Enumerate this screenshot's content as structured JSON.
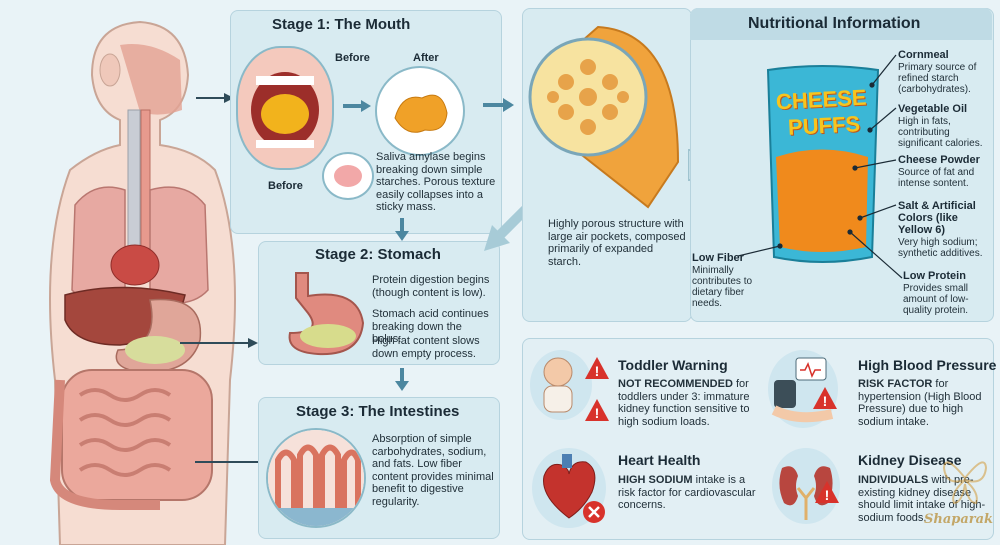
{
  "stage1": {
    "title": "Stage 1: The Mouth",
    "before_label_1": "Before",
    "after_label": "After",
    "before_label_2": "Before",
    "description": "Saliva amylase begins breaking down simple starches. Porous texture easily collapses into a sticky mass."
  },
  "stage2": {
    "title": "Stage 2: Stomach",
    "line1": "Protein digestion begins (though content is low).",
    "line2": "Stomach acid continues breaking down the bolus.",
    "line3": "High fat content slows down empty process."
  },
  "stage3": {
    "title": "Stage 3: The Intestines",
    "description": "Absorption of simple carbohydrates, sodium, and fats. Low fiber content provides minimal benefit to digestive regularity."
  },
  "puff_section": {
    "caption": "Highly porous structure with large air pockets, composed primarily of expanded starch."
  },
  "nutrition": {
    "title": "Nutritional Information",
    "bag_text_1": "CHEESE",
    "bag_text_2": "PUFFS",
    "items": [
      {
        "label": "Cornmeal",
        "text": "Primary source of refined starch (carbohydrates)."
      },
      {
        "label": "Vegetable Oil",
        "text": "High in fats, contributing significant calories."
      },
      {
        "label": "Cheese Powder",
        "text": "Source of fat and intense sontent."
      },
      {
        "label": "Salt & Artificial Colors (like Yellow 6)",
        "text": "Very high sodium; synthetic additives."
      },
      {
        "label": "Low Protein",
        "text": "Provides small amount of low-quality protein."
      }
    ],
    "low_fiber": {
      "label": "Low Fiber",
      "text": "Minimally contributes to dietary fiber needs."
    }
  },
  "warnings": [
    {
      "title": "Toddler Warning",
      "bold": "NOT RECOMMENDED",
      "text": " for toddlers under 3: immature kidney function sensitive to high sodium loads."
    },
    {
      "title": "High Blood Pressure",
      "bold": "RISK FACTOR",
      "text": " for hypertension (High Blood Pressure) due to high sodium intake."
    },
    {
      "title": "Heart Health",
      "bold": "HIGH SODIUM",
      "text": " intake is a risk factor for cardiovascular concerns."
    },
    {
      "title": "Kidney Disease",
      "bold": "INDIVIDUALS",
      "text": " with pre-existing kidney disease should limit intake of high-sodium foods."
    }
  ],
  "watermark": "Shaparak",
  "colors": {
    "panel": "#d8ebf1",
    "orange": "#f08a1c",
    "warn_red": "#d8322b",
    "organ_pink": "#e39a8f"
  }
}
